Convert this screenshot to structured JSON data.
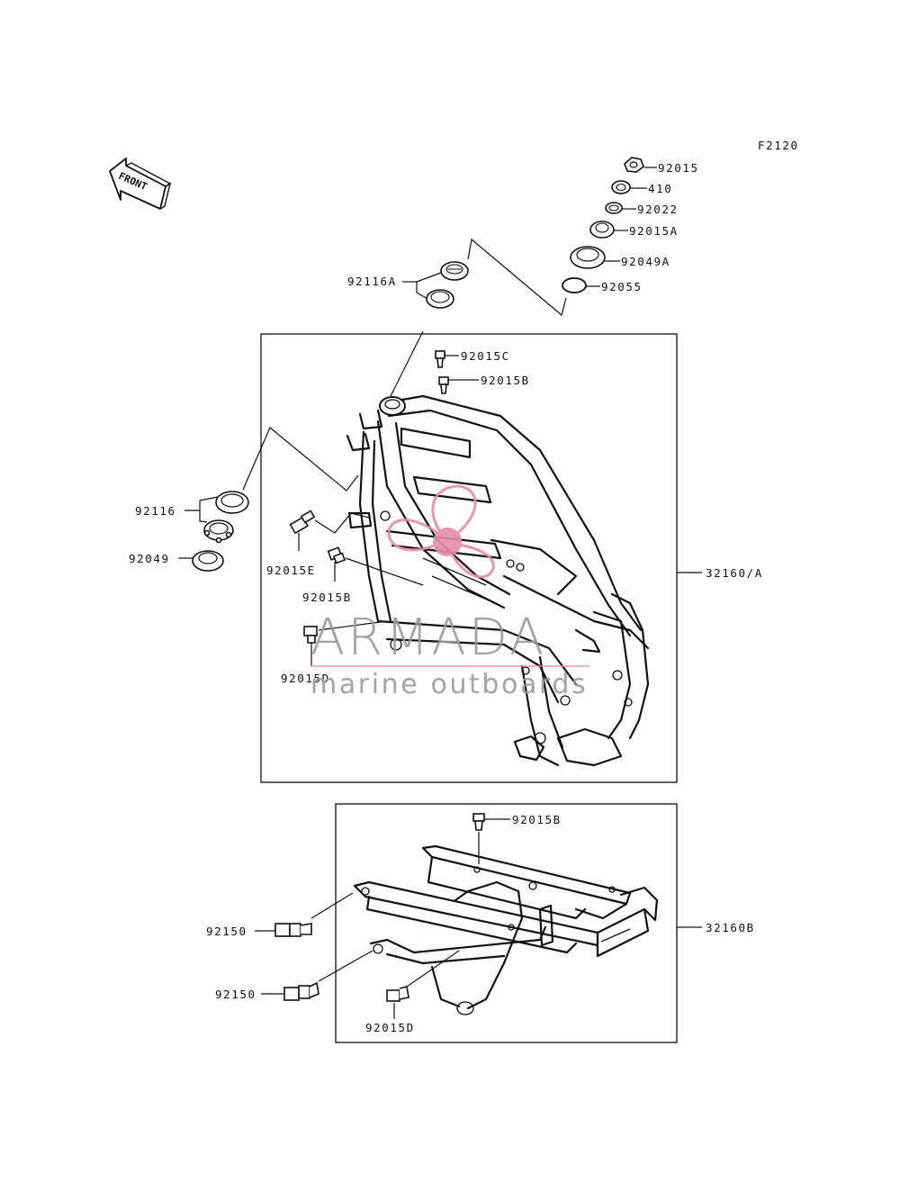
{
  "diagram": {
    "figure_code": "F2120",
    "front_arrow_label": "FRONT",
    "labels": {
      "nut_92015": "92015",
      "washer_410": "410",
      "washer_92022": "92022",
      "nut_92015A": "92015A",
      "seal_92049A": "92049A",
      "oring_92055": "92055",
      "bearing_92116A": "92116A",
      "bolt_92015C": "92015C",
      "bolt_92015B_upper": "92015B",
      "bearing_92116": "92116",
      "seal_92049": "92049",
      "bolt_92015E": "92015E",
      "bolt_92015B_mid": "92015B",
      "bolt_92015D_upper": "92015D",
      "frame_32160A": "32160/A",
      "bolt_92015B_lower": "92015B",
      "bolt_92150_upper": "92150",
      "bolt_92150_lower": "92150",
      "bolt_92015D_lower": "92015D",
      "frame_32160B": "32160B"
    },
    "watermark": {
      "brand": "ARMADA",
      "tagline": "marine outboards",
      "logo_color": "#e58aa8",
      "text_color": "#9a9a9a"
    }
  }
}
